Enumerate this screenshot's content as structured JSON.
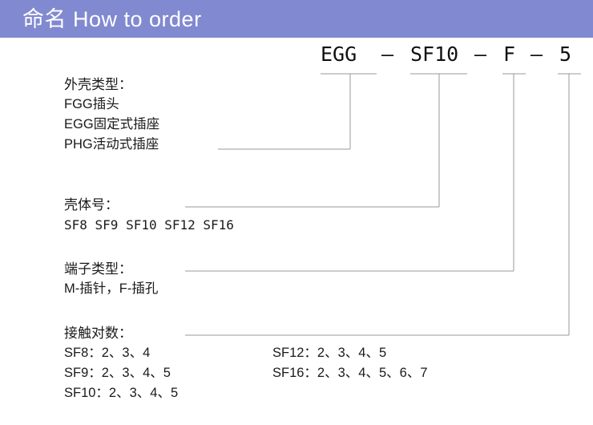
{
  "header": {
    "title": "命名 How to order",
    "bg_color": "#8189d0",
    "text_color": "#ffffff"
  },
  "part_number": {
    "segments": [
      "EGG",
      "SF10",
      "F",
      "5"
    ],
    "separator": "–",
    "full": "EGG – SF10 – F – 5"
  },
  "sections": [
    {
      "id": "shell-type",
      "heading": "外壳类型：",
      "lines": [
        "FGG插头",
        "EGG固定式插座",
        "PHG活动式插座"
      ]
    },
    {
      "id": "shell-size",
      "heading": "壳体号：",
      "lines": [
        "SF8 SF9 SF10 SF12 SF16"
      ]
    },
    {
      "id": "terminal-type",
      "heading": "端子类型：",
      "lines": [
        "M-插针，F-插孔"
      ]
    },
    {
      "id": "contact-pairs",
      "heading": "接触对数：",
      "left_column": [
        "SF8：2、3、4",
        "SF9：2、3、4、5",
        "SF10：2、3、4、5"
      ],
      "right_column": [
        "SF12：2、3、4、5",
        "SF16：2、3、4、5、6、7"
      ]
    }
  ],
  "leader_line_color": "#9a9a9a"
}
